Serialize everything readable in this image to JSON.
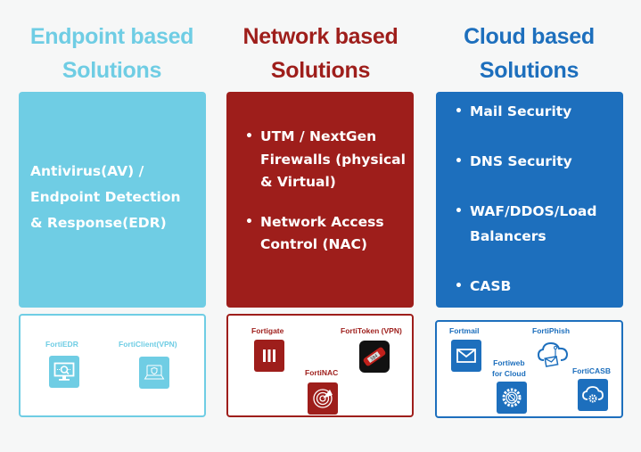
{
  "columns": [
    {
      "heading": [
        "Endpoint based",
        "Solutions"
      ],
      "accent": "#6fcde4",
      "description": [
        "Antivirus(AV) /",
        "Endpoint Detection",
        "& Response(EDR)"
      ],
      "products": [
        {
          "label": "FortiEDR",
          "icon": "monitor-search-icon"
        },
        {
          "label": "FortiClient(VPN)",
          "icon": "laptop-shield-icon"
        }
      ]
    },
    {
      "heading": [
        "Network based",
        "Solutions"
      ],
      "accent": "#9e1e1b",
      "bullets": [
        "UTM / NextGen Firewalls (physical & Virtual)",
        "Network Access Control (NAC)"
      ],
      "products": [
        {
          "label": "Fortigate",
          "icon": "firewall-bars-icon"
        },
        {
          "label": "FortiToken (VPN)",
          "icon": "token-device-icon"
        },
        {
          "label": "FortiNAC",
          "icon": "radar-icon"
        }
      ]
    },
    {
      "heading": [
        "Cloud based",
        "Solutions"
      ],
      "accent": "#1d6fbd",
      "bullets": [
        "Mail Security",
        "DNS Security",
        "WAF/DDOS/Load Balancers",
        "CASB"
      ],
      "products": [
        {
          "label": "Fortmail",
          "icon": "envelope-icon"
        },
        {
          "label": "FortiPhish",
          "icon": "cloud-phishing-icon"
        },
        {
          "label": "Fortiweb for Cloud",
          "label_lines": [
            "Fortiweb",
            "for Cloud"
          ],
          "icon": "gear-globe-icon"
        },
        {
          "label": "FortiCASB",
          "icon": "cloud-gear-icon"
        }
      ]
    }
  ]
}
